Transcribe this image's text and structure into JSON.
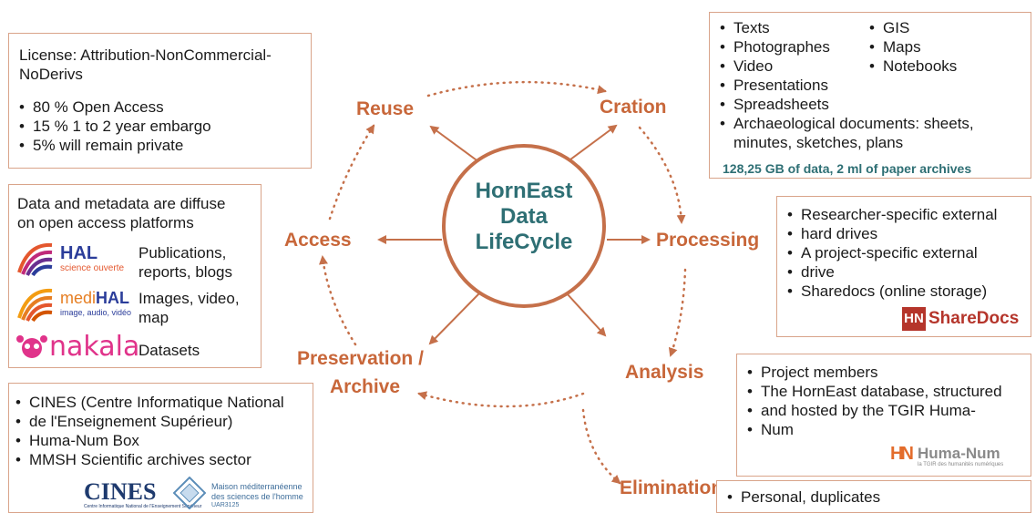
{
  "center": {
    "lines": [
      "HornEast",
      "Data",
      "LifeCycle"
    ]
  },
  "stages": {
    "creation": "Cration",
    "processing": "Processing",
    "analysis": "Analysis",
    "elimination": "Elimination",
    "preservation_line1": "Preservation /",
    "preservation_line2": "Archive",
    "access": "Access",
    "reuse": "Reuse"
  },
  "license_box": {
    "heading_line1": "License: Attribution-NonCommercial-",
    "heading_line2": "NoDerivs",
    "items": [
      "80 % Open Access",
      "15 % 1 to 2 year embargo",
      "5% will remain private"
    ]
  },
  "access_box": {
    "heading_line1": "Data and metadata are diffuse",
    "heading_line2": "on open access platforms",
    "hal": {
      "logo": "HAL",
      "logo_sub": "science ouverte",
      "desc_line1": "Publications,",
      "desc_line2": "reports, blogs"
    },
    "medihal": {
      "logo_a": "medi",
      "logo_b": "HAL",
      "logo_sub": "image, audio, vidéo",
      "desc_line1": "Images, video,",
      "desc_line2": "map"
    },
    "nakala": {
      "logo": "nakala",
      "desc": "Datasets"
    }
  },
  "archive_box": {
    "items": [
      "CINES (Centre Informatique National",
      "de l'Enseignement Supérieur)",
      "Huma-Num Box",
      "MMSH Scientific archives sector"
    ],
    "cines_logo": "CINES",
    "cines_sub": "Centre Informatique National de l'Enseignement Supérieur",
    "mmsh_line1": "Maison méditerranéenne",
    "mmsh_line2": "des sciences de l'homme",
    "mmsh_line3": "UAR3125"
  },
  "creation_box": {
    "col1": [
      "Texts",
      "Photographes",
      "Video",
      "Presentations",
      "Spreadsheets",
      "Archaeological documents: sheets,"
    ],
    "col1_cont": "minutes, sketches, plans",
    "col2": [
      "GIS",
      "Maps",
      "Notebooks"
    ],
    "volume": "128,25 GB of data, 2 ml of paper archives"
  },
  "processing_box": {
    "item1_line1": "Researcher-specific external",
    "item1_line2": "hard drives",
    "item2_line1": "A project-specific external",
    "item2_line2": "drive",
    "item3": "Sharedocs (online storage)",
    "logo": "ShareDocs",
    "logo_mark": "HN"
  },
  "analysis_box": {
    "item1": "Project members",
    "item2_lines": [
      "The HornEast database, structured",
      "and hosted by the TGIR Huma-",
      "Num"
    ],
    "logo": "Huma-Num",
    "logo_sub": "la TGIR des humanités numériques",
    "logo_mark": "HN"
  },
  "elimination_box": {
    "item": "Personal, duplicates"
  },
  "colors": {
    "accent": "#c8673a",
    "teal": "#2e6f74",
    "box_border": "#d9a48a"
  }
}
